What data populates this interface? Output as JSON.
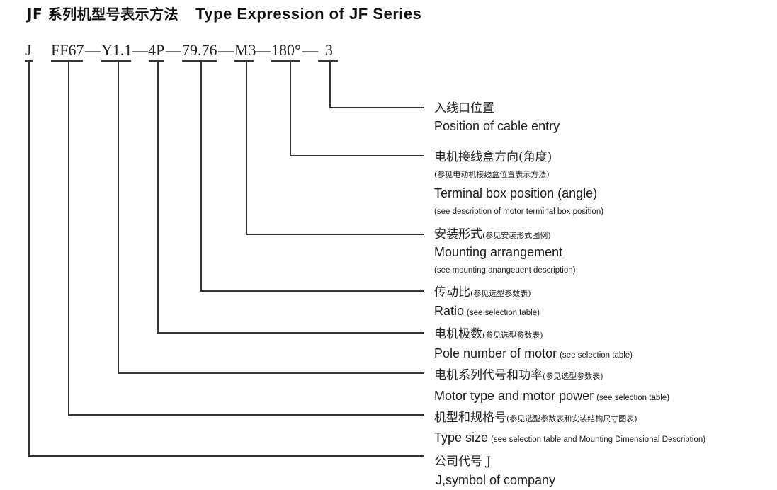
{
  "title": {
    "cn": "JF 系列机型号表示方法",
    "en": "Type Expression of  JF Series"
  },
  "code": {
    "segments": [
      "J",
      "FF67",
      "Y1.1",
      "4P",
      "79.76",
      "M3",
      "180°",
      "3"
    ],
    "separator": "—"
  },
  "descriptions": [
    {
      "segment": "3",
      "cn": "入线口位置",
      "cn_note": "",
      "en": "Position of cable entry",
      "en_note": ""
    },
    {
      "segment": "180°",
      "cn": "电机接线盒方向(角度)",
      "cn_note": "(参见电动机接线盒位置表示方法)",
      "en": "Terminal box position (angle)",
      "en_note": "(see description of motor terminal box position)"
    },
    {
      "segment": "M3",
      "cn": "安装形式",
      "cn_note": "(参见安装形式图例)",
      "en": "Mounting arrangement",
      "en_note": "(see mounting anangeuent description)"
    },
    {
      "segment": "79.76",
      "cn": "传动比",
      "cn_note": "(参见选型参数表)",
      "en": "Ratio",
      "en_note": "(see selection table)"
    },
    {
      "segment": "4P",
      "cn": "电机极数",
      "cn_note": "(参见选型参数表)",
      "en": "Pole number of motor",
      "en_note": "(see selection table)"
    },
    {
      "segment": "Y1.1",
      "cn": "电机系列代号和功率",
      "cn_note": "(参见选型参数表)",
      "en": "Motor type and motor power",
      "en_note": "(see selection table)"
    },
    {
      "segment": "FF67",
      "cn": "机型和规格号",
      "cn_note": "(参见选型参数表和安装结构尺寸图表)",
      "en": "Type size",
      "en_note": "(see selection table and Mounting Dimensional Description)"
    },
    {
      "segment": "J",
      "cn": "公司代号 J",
      "cn_note": "",
      "en": "J,symbol of company",
      "en_note": ""
    }
  ],
  "colors": {
    "line": "#333333",
    "text": "#1a1a1a"
  }
}
